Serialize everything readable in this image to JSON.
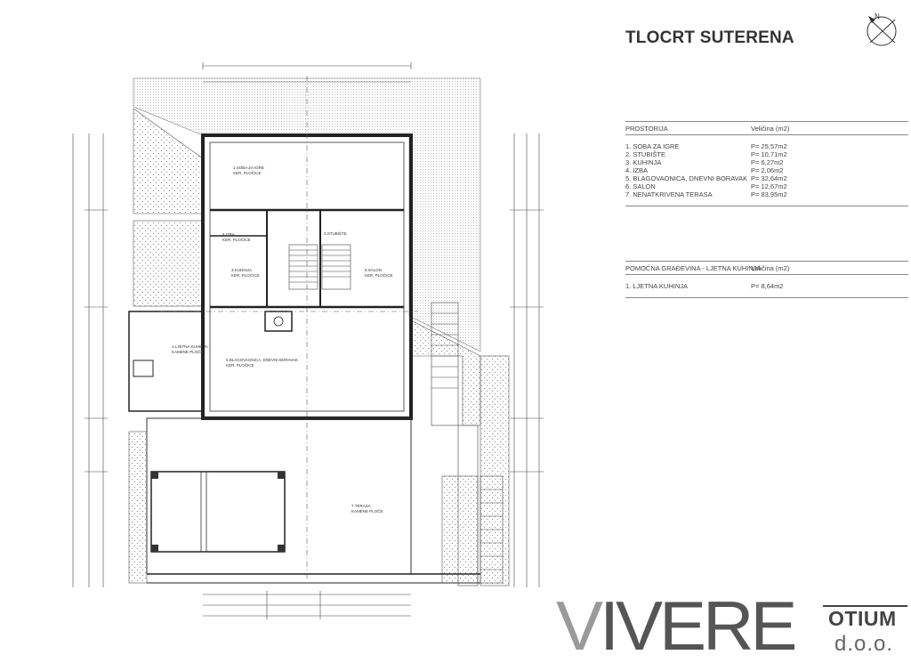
{
  "title": "TLOCRT SUTERENA",
  "table1": {
    "header": {
      "col1": "PROSTORIJA",
      "col2": "Veličina (m2)"
    },
    "rows": [
      {
        "name": "1. SOBA ZA IGRE",
        "area": "P= 25,57m2"
      },
      {
        "name": "2. STUBIŠTE",
        "area": "P= 10,71m2"
      },
      {
        "name": "3. KUHINJA",
        "area": "P= 6,27m2"
      },
      {
        "name": "4. IZBA",
        "area": "P= 2,06m2"
      },
      {
        "name": "5. BLAGOVAONICA, DNEVNI BORAVAK",
        "area": "P= 32,64m2"
      },
      {
        "name": "6. SALON",
        "area": "P= 12,67m2"
      },
      {
        "name": "7. NENATKRIVENA TERASA",
        "area": "P= 83,95m2"
      }
    ]
  },
  "table2": {
    "header": {
      "col1": "POMOĆNA GRAĐEVINA - LJETNA KUHINJA",
      "col2": "Veličina (m2)"
    },
    "rows": [
      {
        "name": "1. LJETNA KUHINJA",
        "area": "P= 8,64m2"
      }
    ]
  },
  "plan_labels": {
    "room1": "1.SOBA ZA IGRE",
    "room1b": "KER. PLOČICE",
    "room2": "2.STUBIŠTE",
    "room3": "3.KUHINJA",
    "room3b": "KER. PLOČICE",
    "room4": "4.IZBA",
    "room4b": "KER. PLOČICE",
    "room5": "5.BLAGOVAONICA, DNEVNI BORAVAK",
    "room5b": "KER. PLOČICE",
    "room6": "6.SALON",
    "room6b": "KER. PLOČICE",
    "room7": "7.TERASA",
    "room7b": "KAMENE PLOČE",
    "summer1": "1.LJETNA KUHINJA",
    "summer1b": "KAMENE PLOČE"
  },
  "logo": {
    "word": "VIVERE",
    "word_first": "V",
    "word_rest": "IVERE",
    "company": "OTIUM",
    "suffix": "d.o.o."
  }
}
